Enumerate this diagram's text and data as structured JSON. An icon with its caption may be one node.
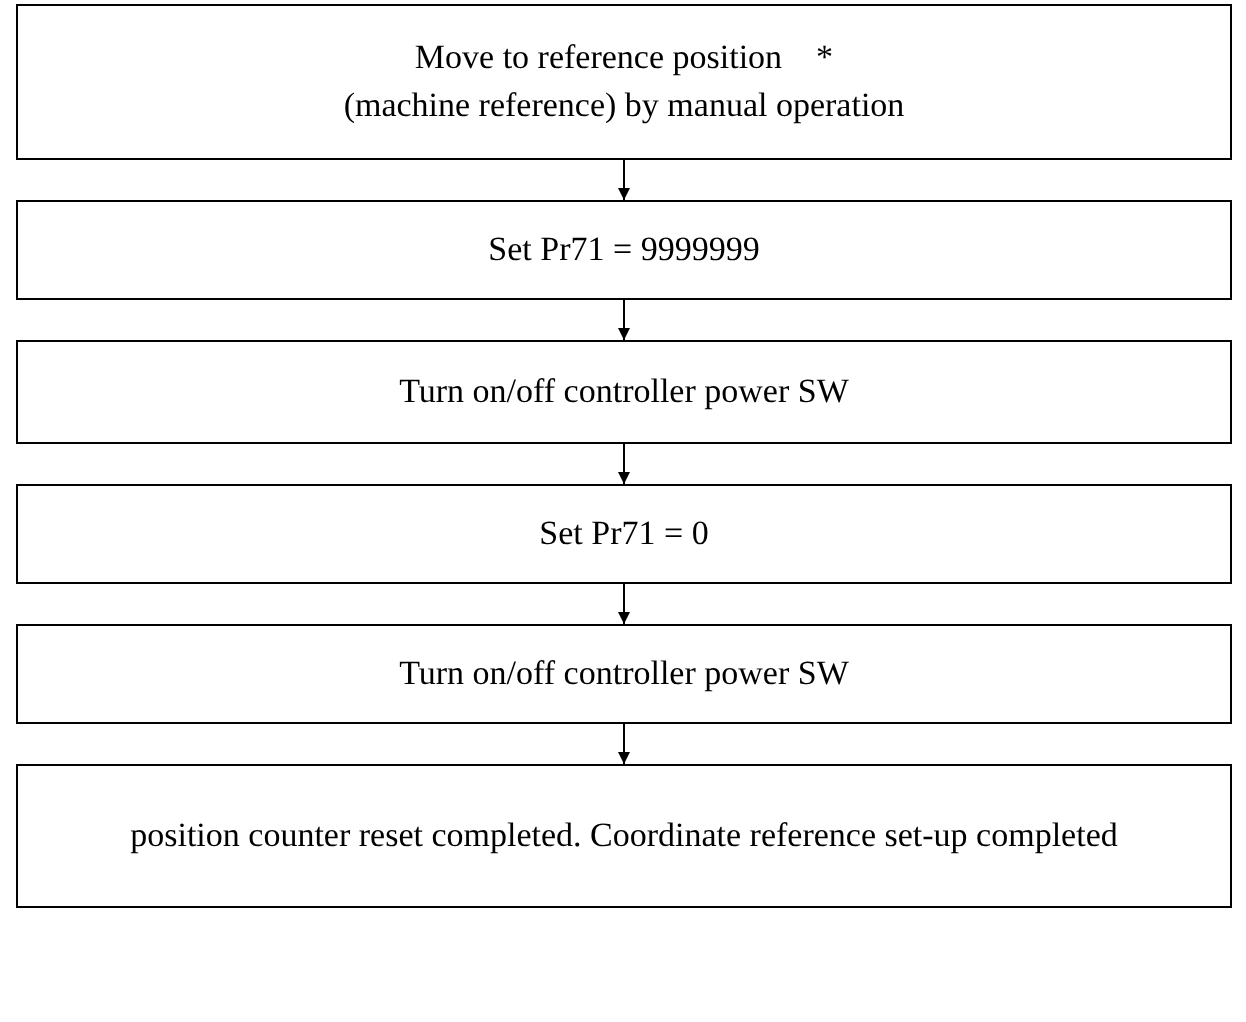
{
  "diagram": {
    "nodes": [
      {
        "text": [
          "Move to reference position　*",
          "(machine reference) by manual operation"
        ]
      },
      {
        "text": [
          "Set Pr71 = 9999999"
        ]
      },
      {
        "text": [
          "Turn on/off controller power SW"
        ]
      },
      {
        "text": [
          "Set Pr71 = 0"
        ]
      },
      {
        "text": [
          "Turn on/off controller power SW"
        ]
      },
      {
        "text": [
          "position counter reset completed. Coordinate reference set-up completed"
        ]
      }
    ],
    "edges": [
      {
        "from": 0,
        "to": 1,
        "arrow": "to"
      },
      {
        "from": 1,
        "to": 2,
        "arrow": "to"
      },
      {
        "from": 2,
        "to": 3,
        "arrow": "to"
      },
      {
        "from": 3,
        "to": 4,
        "arrow": "to"
      },
      {
        "from": 4,
        "to": 5,
        "arrow": "to"
      }
    ]
  }
}
